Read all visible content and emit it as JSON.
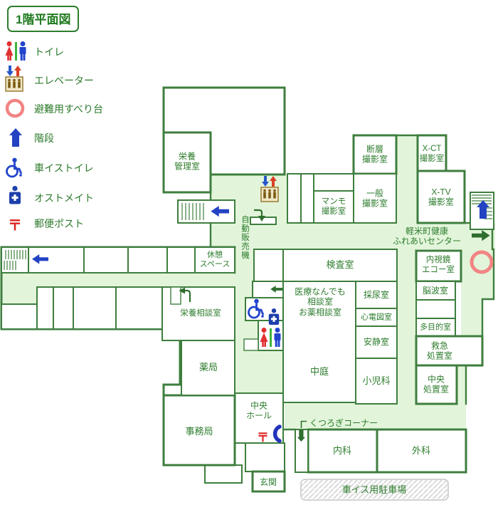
{
  "title": "1階平面図",
  "legend": {
    "items": [
      {
        "icon": "toilet-icon",
        "label": "トイレ"
      },
      {
        "icon": "elevator-icon",
        "label": "エレベーター"
      },
      {
        "icon": "escape-slide-icon",
        "label": "避難用すべり台"
      },
      {
        "icon": "stairs-icon",
        "label": "階段"
      },
      {
        "icon": "wheelchair-toilet-icon",
        "label": "車イストイレ"
      },
      {
        "icon": "ostomate-icon",
        "label": "オストメイト"
      },
      {
        "icon": "postbox-icon",
        "label": "郵便ポスト"
      }
    ]
  },
  "icons": {
    "postal_symbol": "〒"
  },
  "corridor": {
    "center_name": "軽米町健康\nふれあいセンター",
    "relax_corner": "くつろぎコーナー",
    "vending": "自動販売機"
  },
  "rooms": {
    "eiyo_kanri": {
      "label": "栄養\n管理室"
    },
    "danso": {
      "label": "断層\n撮影室"
    },
    "xct": {
      "label": "X-CT\n撮影室"
    },
    "mammo": {
      "label": "マンモ\n撮影室"
    },
    "ippan": {
      "label": "一般\n撮影室"
    },
    "xtv": {
      "label": "X-TV\n撮影室"
    },
    "naishikyo": {
      "label": "内視鏡\nエコー室"
    },
    "noha": {
      "label": "脳波室"
    },
    "tamokuteki": {
      "label": "多目的室"
    },
    "kyukyu": {
      "label": "救急\n処置室"
    },
    "chuo_shochi": {
      "label": "中央\n処置室"
    },
    "kensa": {
      "label": "検査室"
    },
    "sodan": {
      "label": "医療なんでも\n相談室\nお薬相談室"
    },
    "sainyo": {
      "label": "採尿室"
    },
    "shindenzu": {
      "label": "心電図室"
    },
    "ansei": {
      "label": "安静室"
    },
    "shonika": {
      "label": "小児科"
    },
    "nakaniwa": {
      "label": "中庭"
    },
    "kyukei": {
      "label": "休憩\nスペース"
    },
    "eiyo_sodan": {
      "label": "栄養相談室"
    },
    "yakkyoku": {
      "label": "薬局"
    },
    "jimukyoku": {
      "label": "事務局"
    },
    "chuo_hall": {
      "label": "中央\nホール"
    },
    "genkan": {
      "label": "玄関"
    },
    "naika": {
      "label": "内科"
    },
    "geka": {
      "label": "外科"
    }
  },
  "parking": {
    "label": "車イス用駐車場"
  },
  "colors": {
    "wall": "#3e7e3e",
    "corridor": "#e2f5da",
    "text": "#2e7d2e",
    "arrow_blue": "#2343c3",
    "arrow_green": "#2e6e2e",
    "woman_red": "#e03030",
    "ring_red": "#f28484",
    "postal_red": "#dd2222"
  }
}
